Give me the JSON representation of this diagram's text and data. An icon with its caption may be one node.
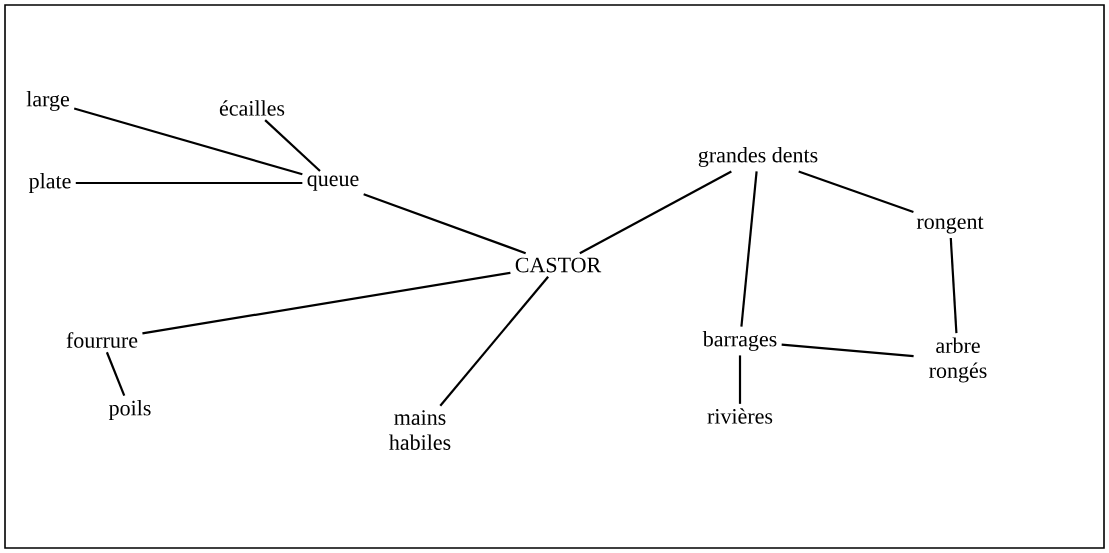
{
  "diagram": {
    "nodes": [
      {
        "text": [
          "CASTOR"
        ]
      },
      {
        "text": [
          "queue"
        ]
      },
      {
        "text": [
          "large"
        ]
      },
      {
        "text": [
          "écailles"
        ]
      },
      {
        "text": [
          "plate"
        ]
      },
      {
        "text": [
          "fourrure"
        ]
      },
      {
        "text": [
          "poils"
        ]
      },
      {
        "text": [
          "mains habiles"
        ]
      },
      {
        "text": [
          "grandes dents"
        ]
      },
      {
        "text": [
          "rongent"
        ]
      },
      {
        "text": [
          "barrages"
        ]
      },
      {
        "text": [
          "rivières"
        ]
      },
      {
        "text": [
          "arbre rongés"
        ]
      }
    ],
    "edges": [
      {
        "from": 2,
        "to": 1,
        "arrow": "none"
      },
      {
        "from": 3,
        "to": 1,
        "arrow": "none"
      },
      {
        "from": 4,
        "to": 1,
        "arrow": "none"
      },
      {
        "from": 1,
        "to": 0,
        "arrow": "none"
      },
      {
        "from": 0,
        "to": 5,
        "arrow": "none"
      },
      {
        "from": 5,
        "to": 6,
        "arrow": "none"
      },
      {
        "from": 0,
        "to": 7,
        "arrow": "none"
      },
      {
        "from": 0,
        "to": 8,
        "arrow": "none"
      },
      {
        "from": 8,
        "to": 9,
        "arrow": "none"
      },
      {
        "from": 8,
        "to": 10,
        "arrow": "none"
      },
      {
        "from": 9,
        "to": 12,
        "arrow": "none"
      },
      {
        "from": 10,
        "to": 12,
        "arrow": "none"
      },
      {
        "from": 10,
        "to": 11,
        "arrow": "none"
      }
    ]
  }
}
